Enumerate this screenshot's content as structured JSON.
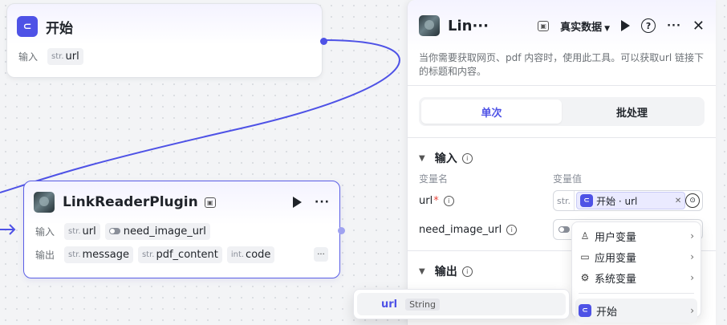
{
  "start_node": {
    "icon": "start-icon",
    "title": "开始",
    "input_label": "输入",
    "params": [
      {
        "type": "str.",
        "name": "url"
      }
    ]
  },
  "plugin_node": {
    "title": "LinkReaderPlugin",
    "input_label": "输入",
    "output_label": "输出",
    "inputs": [
      {
        "type": "str.",
        "name": "url"
      }
    ],
    "toggle_input": "need_image_url",
    "outputs": [
      {
        "type": "str.",
        "name": "message"
      },
      {
        "type": "str.",
        "name": "pdf_content"
      },
      {
        "type": "int.",
        "name": "code"
      }
    ],
    "more": "···"
  },
  "panel": {
    "title": "Lin···",
    "data_mode": "真实数据",
    "description": "当你需要获取网页、pdf 内容时，使用此工具。可以获取url 链接下的标题和内容。",
    "tabs": [
      {
        "label": "单次",
        "active": true
      },
      {
        "label": "批处理",
        "active": false
      }
    ],
    "input_section": {
      "title": "输入",
      "col_name": "变量名",
      "col_value": "变量值",
      "params": [
        {
          "name": "url",
          "required_mark": "*",
          "type": "str.",
          "value_chip": "开始 · url"
        },
        {
          "name": "need_image_url"
        }
      ]
    },
    "output_section": {
      "title": "输出"
    }
  },
  "menu": {
    "items": [
      "用户变量",
      "应用变量",
      "系统变量"
    ],
    "active_item": "开始"
  },
  "submenu": {
    "name": "url",
    "type": "String"
  },
  "colors": {
    "accent": "#4e52e6",
    "required": "#e8453c"
  }
}
